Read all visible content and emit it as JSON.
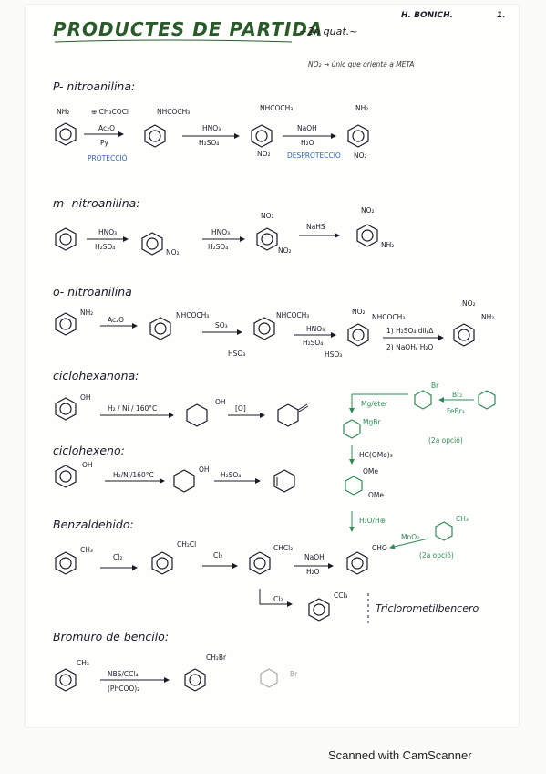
{
  "header": {
    "title": "PRODUCTES DE PARTIDA",
    "subtitle": "~2n quat.~",
    "author": "H. BONICH.",
    "page_number": "1."
  },
  "note_meta": "NO₂ → únic que orienta a META",
  "sections": {
    "p_nitro": {
      "heading": "P- nitroanilina:",
      "groups": [
        "NH₂",
        "NHCOCH₃",
        "NHCOCH₃",
        "NH₂",
        "NO₂",
        "NO₂"
      ],
      "reagents": [
        "⊕ CH₃COCl",
        "Ac₂O",
        "Py",
        "HNO₃",
        "H₂SO₄",
        "NaOH",
        "H₂O"
      ],
      "labels": [
        "PROTECCIÓ",
        "DESPROTECCIÓ"
      ]
    },
    "m_nitro": {
      "heading": "m- nitroanilina:",
      "groups": [
        "NO₂",
        "NO₂",
        "NO₂",
        "NO₂",
        "NH₂"
      ],
      "reagents": [
        "HNO₃",
        "H₂SO₄",
        "HNO₃",
        "H₂SO₄",
        "NaHS"
      ]
    },
    "o_nitro": {
      "heading": "o- nitroanilina",
      "groups": [
        "NH₂",
        "NHCOCH₃",
        "NHCOCH₃",
        "HSO₃",
        "NO₂",
        "NHCOCH₃",
        "HSO₃",
        "NO₂",
        "NH₂"
      ],
      "reagents": [
        "Ac₂O",
        "SO₃",
        "HNO₃",
        "H₂SO₄",
        "1) H₂SO₄ dil/Δ",
        "2) NaOH/ H₂O"
      ]
    },
    "ciclohexanona": {
      "heading": "ciclohexanona:",
      "groups": [
        "OH",
        "OH"
      ],
      "reagents": [
        "H₂ / Ni / 160°C",
        "[O]"
      ]
    },
    "ciclohexeno": {
      "heading": "ciclohexeno:",
      "groups": [
        "OH",
        "OH"
      ],
      "reagents": [
        "H₂/Ni/160°C",
        "H₂SO₄"
      ]
    },
    "green_route": {
      "groups": [
        "Br",
        "MgBr",
        "OMe",
        "OMe"
      ],
      "reagents": [
        "Br₂",
        "FeBr₃",
        "Mg/éter",
        "HC(OMe)₃",
        "H₂O/H⊕",
        "MnO₂"
      ],
      "labels": [
        "(2a opció)",
        "(2a opció)"
      ],
      "extra_group": "CH₃"
    },
    "benzaldehido": {
      "heading": "Benzaldehido:",
      "groups": [
        "CH₃",
        "CH₂Cl",
        "CHCl₂",
        "CHO",
        "CCl₃"
      ],
      "reagents": [
        "Cl₂",
        "Cl₂",
        "NaOH",
        "H₂O",
        "Cl₂"
      ],
      "name_label": "Triclorometilbencero"
    },
    "bromuro": {
      "heading": "Bromuro de bencilo:",
      "groups": [
        "CH₃",
        "CH₂Br",
        "Br"
      ],
      "reagents": [
        "NBS/CCl₄",
        "(PhCOO)₂"
      ]
    }
  },
  "footer": "Scanned with CamScanner"
}
